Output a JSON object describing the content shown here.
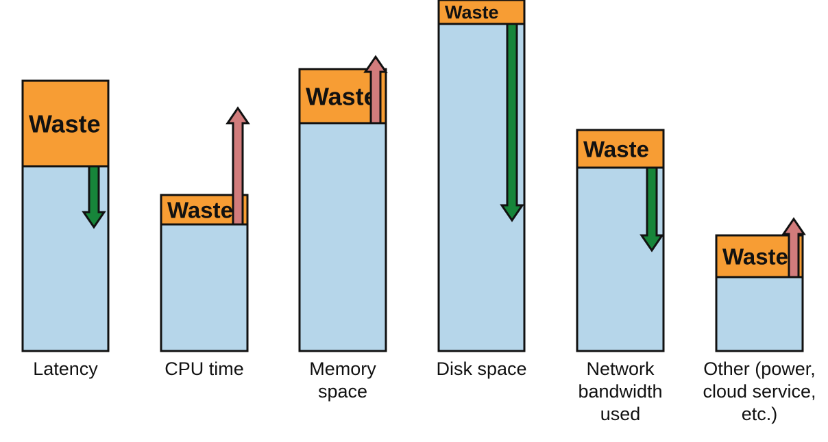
{
  "waste_label": "Waste",
  "colors": {
    "waste": "#F79D34",
    "used": "#B6D6EA",
    "outline": "#111111",
    "decrease_arrow": "#17853A",
    "increase_arrow": "#D27C7C"
  },
  "columns": [
    {
      "id": "latency",
      "label_lines": [
        "Latency"
      ],
      "arrow": "down"
    },
    {
      "id": "cpu-time",
      "label_lines": [
        "CPU time"
      ],
      "arrow": "up"
    },
    {
      "id": "memory-space",
      "label_lines": [
        "Memory",
        "space"
      ],
      "arrow": "up"
    },
    {
      "id": "disk-space",
      "label_lines": [
        "Disk space"
      ],
      "arrow": "down"
    },
    {
      "id": "network-bandwidth",
      "label_lines": [
        "Network",
        "bandwidth",
        "used"
      ],
      "arrow": "down"
    },
    {
      "id": "other",
      "label_lines": [
        "Other (power,",
        "cloud service,",
        "etc.)"
      ],
      "arrow": "up"
    }
  ]
}
